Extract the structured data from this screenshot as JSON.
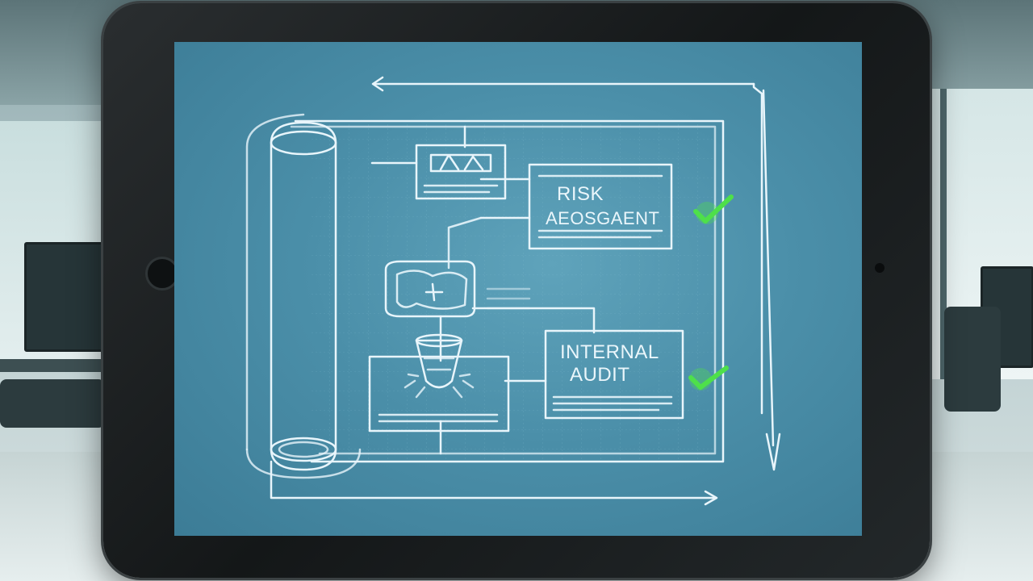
{
  "diagram": {
    "box_risk": {
      "line1": "RISK",
      "line2": "AEOSGAENT"
    },
    "box_audit": {
      "line1": "INTERNAL",
      "line2": "AUDIT"
    }
  },
  "colors": {
    "screen": "#4b8fa9",
    "line": "#e8f5fb",
    "check": "#4ee04a",
    "bezel": "#1b1f20"
  }
}
